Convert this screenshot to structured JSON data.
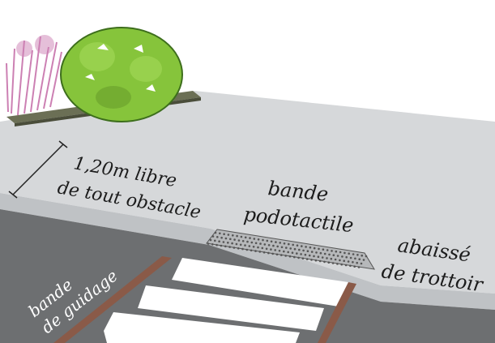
{
  "labels": {
    "clearance_line1": "1,20m libre",
    "clearance_line2": "de tout obstacle",
    "tactile_line1": "bande",
    "tactile_line2": "podotactile",
    "curb_line1": "abaissé",
    "curb_line2": "de trottoir",
    "guide_line1": "bande",
    "guide_line2": "de guidage"
  },
  "colors": {
    "sidewalk": "#d6d8da",
    "curb": "#bfc2c5",
    "road": "#6d6f71",
    "crosswalk": "#ffffff",
    "guide_band": "#8a5a48",
    "bush": "#86c43b",
    "flowers": "#c46aa6",
    "planter": "#6b6f55"
  }
}
